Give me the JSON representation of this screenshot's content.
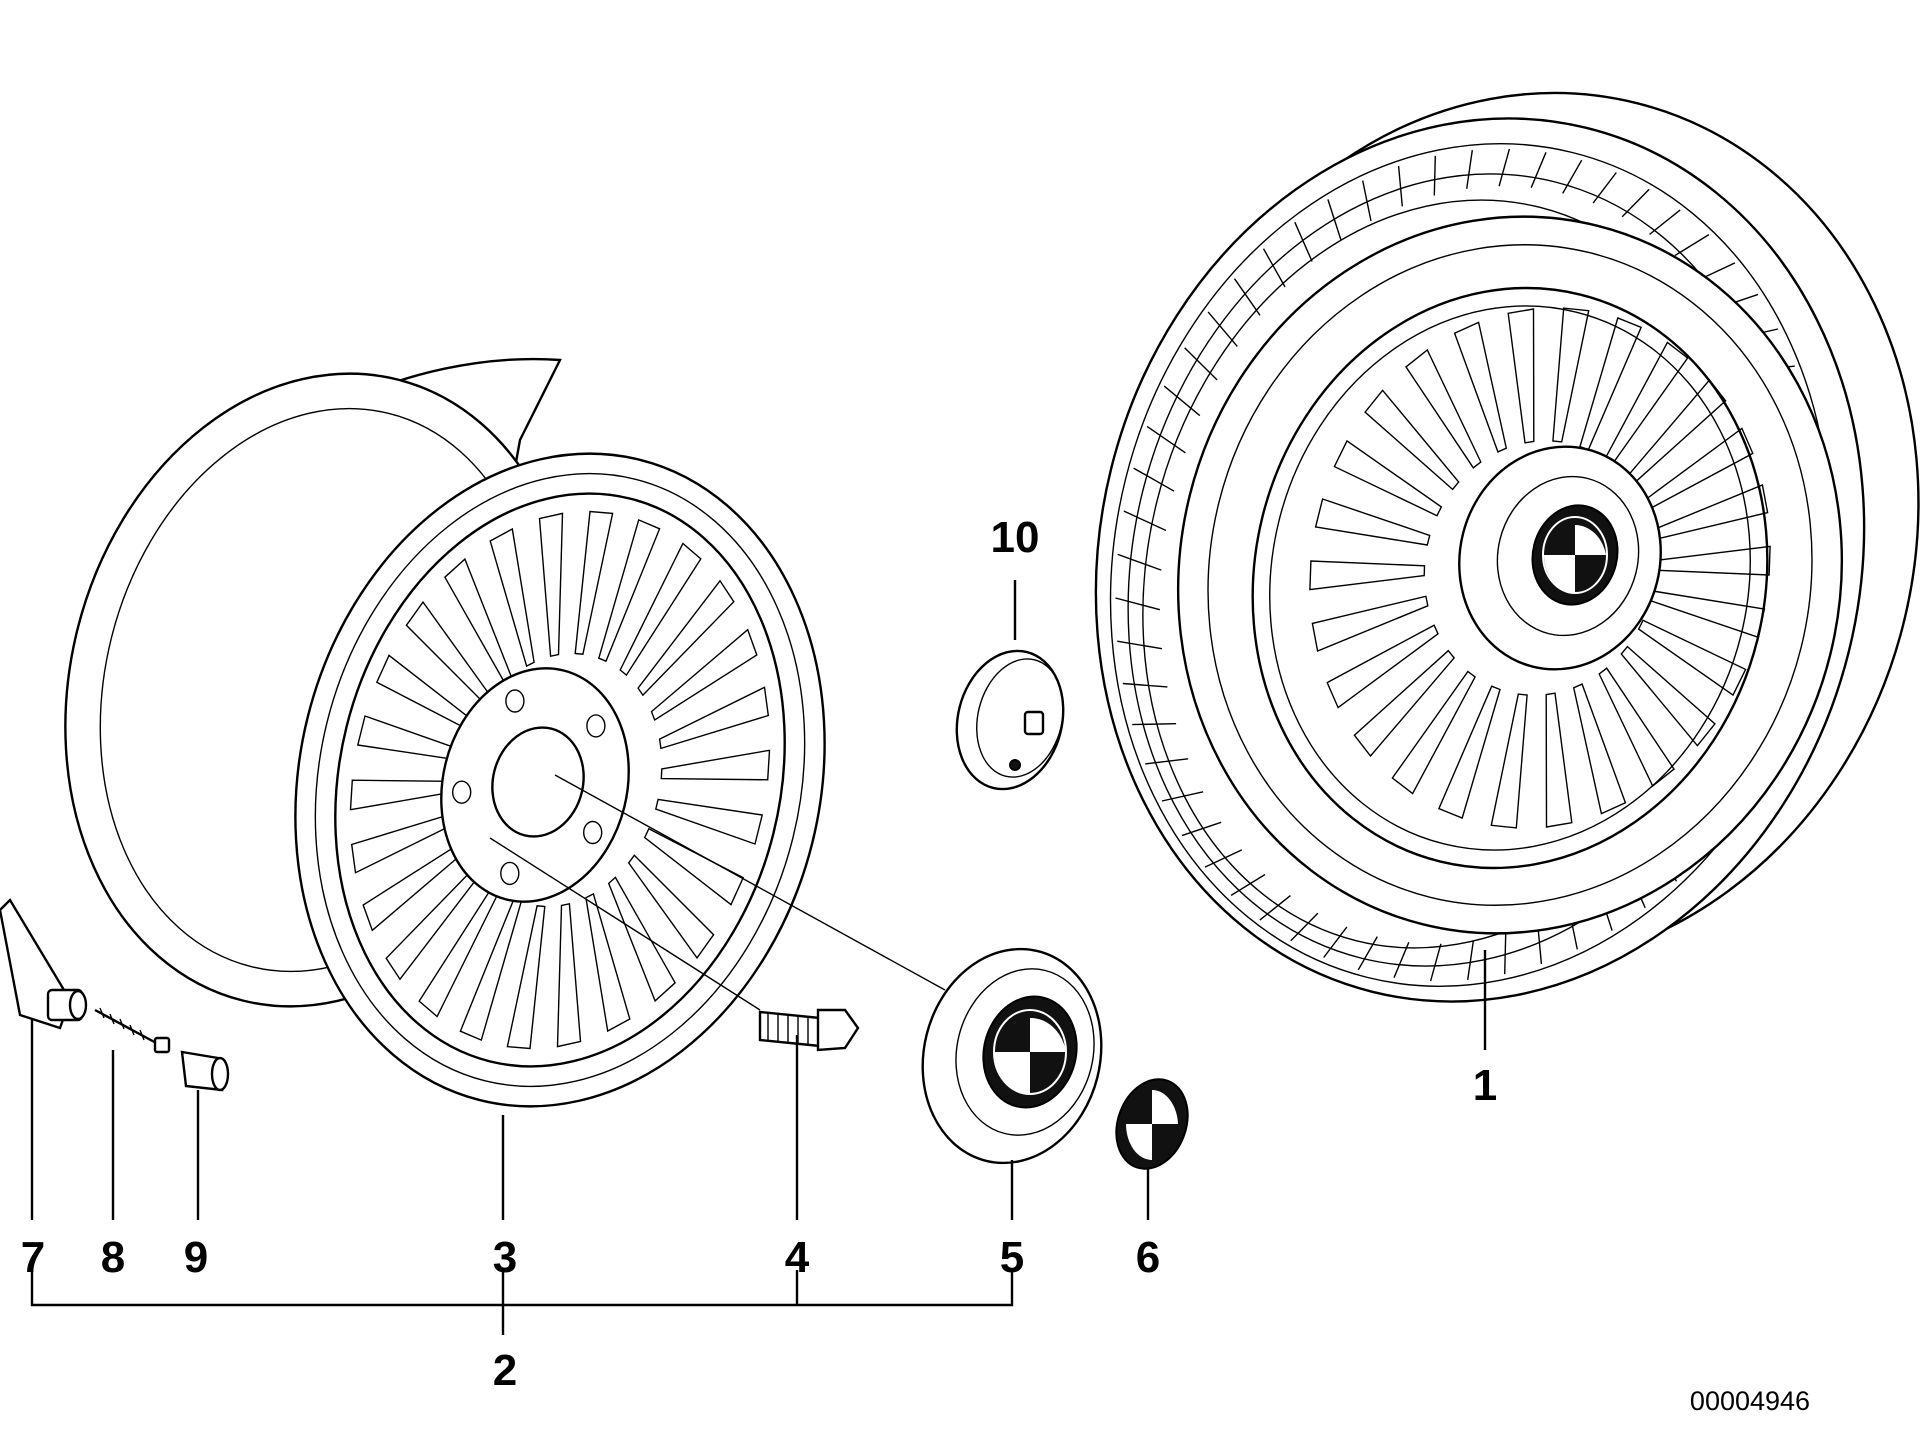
{
  "diagram": {
    "callouts": {
      "c1": "1",
      "c2": "2",
      "c3": "3",
      "c4": "4",
      "c5": "5",
      "c6": "6",
      "c7": "7",
      "c8": "8",
      "c9": "9",
      "c10": "10"
    },
    "document_number": "00004946"
  }
}
